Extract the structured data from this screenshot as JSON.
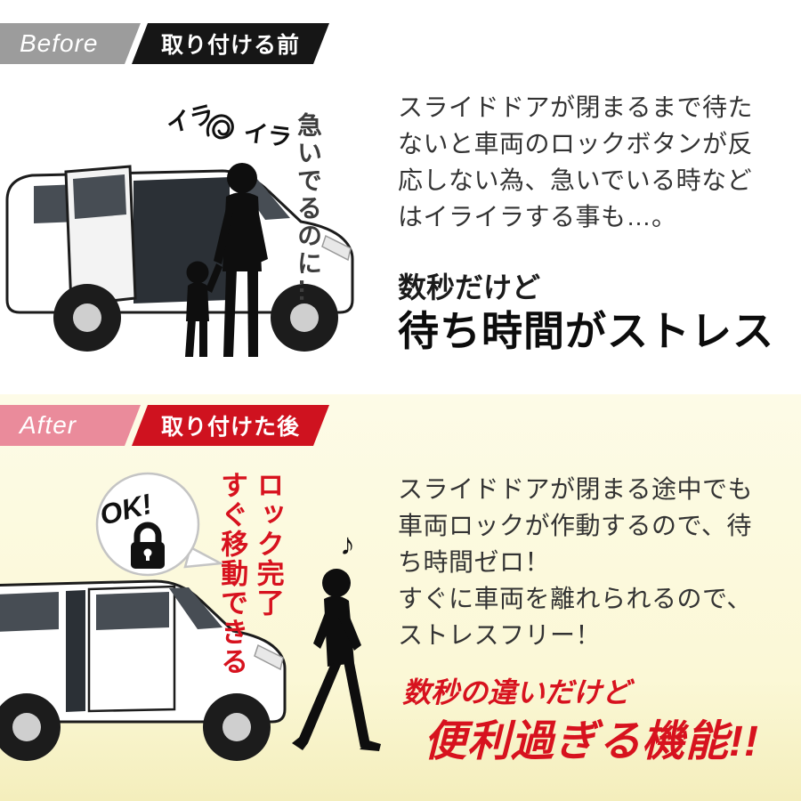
{
  "before": {
    "label_en": "Before",
    "label_jp": "取り付ける前",
    "irritation_1": "イラ",
    "irritation_2": "イラ",
    "hurry_note": "急いでるのに…",
    "paragraph": "スライドドアが閉まるまで待たないと車両のロックボタンが反応しない為、急いでいる時などはイライラする事も…。",
    "catch_line1": "数秒だけど",
    "catch_line2": "待ち時間がストレス"
  },
  "after": {
    "label_en": "After",
    "label_jp": "取り付けた後",
    "bubble": "OK!",
    "lock_note": "ロック完了\nすぐ移動できる",
    "music_note": "♪",
    "paragraph": "スライドドアが閉まる途中でも車両ロックが作動するので、待ち時間ゼロ！\nすぐに車両を離れられるので、ストレスフリー！",
    "catch_line1": "数秒の違いだけど",
    "catch_line2": "便利過ぎる機能!!"
  },
  "colors": {
    "before_badge_en_bg": "#9c9c9c",
    "before_badge_jp_bg": "#161616",
    "after_badge_en_bg": "#ea8b9b",
    "after_badge_jp_bg": "#cf121f",
    "accent_red_text": "#d7121e",
    "after_background": "#fbf8d6",
    "body_text": "#333333"
  },
  "icons": {
    "scribble": "anger-scribble-icon",
    "padlock": "padlock-icon",
    "music": "music-note-icon"
  }
}
